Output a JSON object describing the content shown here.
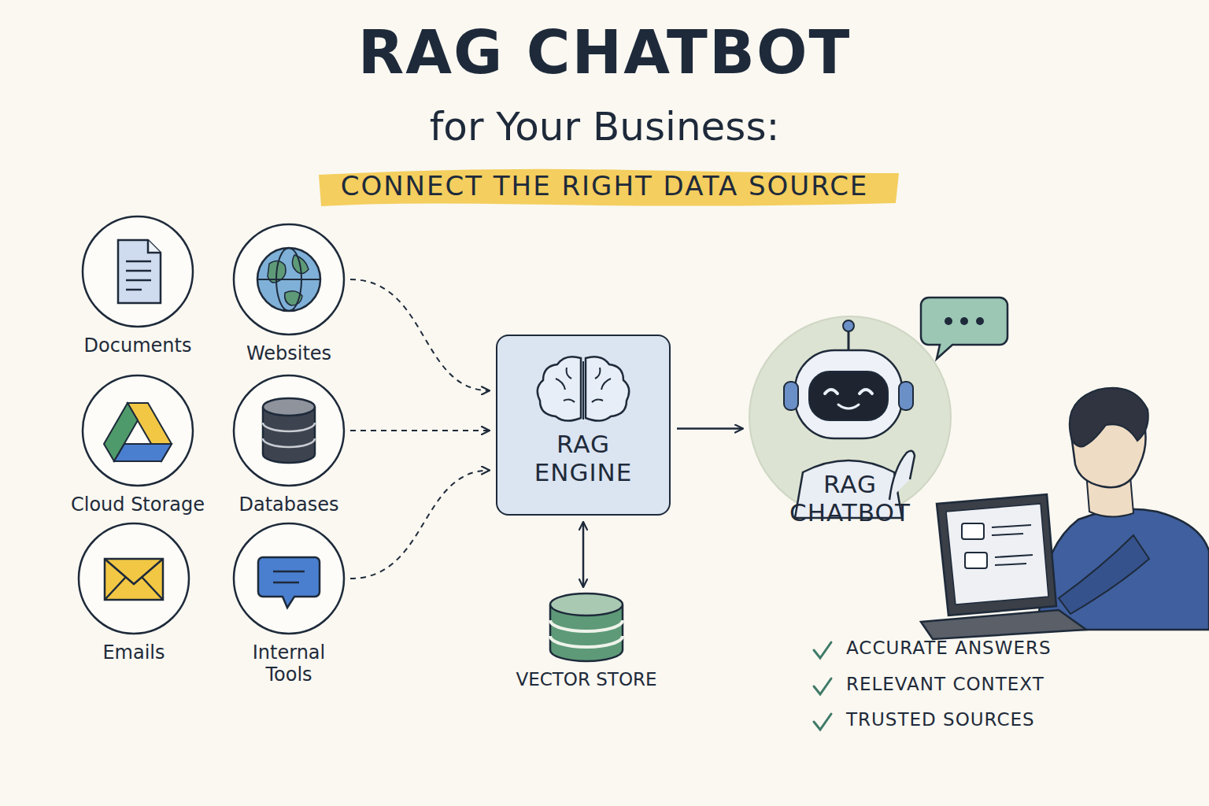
{
  "diagram": {
    "title": "RAG CHATBOT",
    "nodes": [
      {
        "text": [
          "Documents"
        ]
      },
      {
        "text": [
          "Websites"
        ]
      },
      {
        "text": [
          "Cloud Storage"
        ]
      },
      {
        "text": [
          "Databases"
        ]
      },
      {
        "text": [
          "Emails"
        ]
      },
      {
        "text": [
          "Internal Tools"
        ]
      },
      {
        "text": [
          "RAG ENGINE"
        ]
      },
      {
        "text": [
          "VECTOR STORE"
        ]
      },
      {
        "text": [
          "RAG CHATBOT"
        ]
      }
    ],
    "edges": [
      {
        "from": 1,
        "to": 6,
        "arrow": "to"
      },
      {
        "from": 3,
        "to": 6,
        "arrow": "to"
      },
      {
        "from": 5,
        "to": 6,
        "arrow": "to"
      },
      {
        "from": 6,
        "to": 8,
        "arrow": "to"
      },
      {
        "from": 6,
        "to": 7,
        "arrow": "both"
      }
    ],
    "labels": [
      "for Your Business:",
      "CONNECT THE RIGHT DATA SOURCE",
      "ACCURATE ANSWERS",
      "RELEVANT CONTEXT",
      "TRUSTED SOURCES"
    ]
  }
}
